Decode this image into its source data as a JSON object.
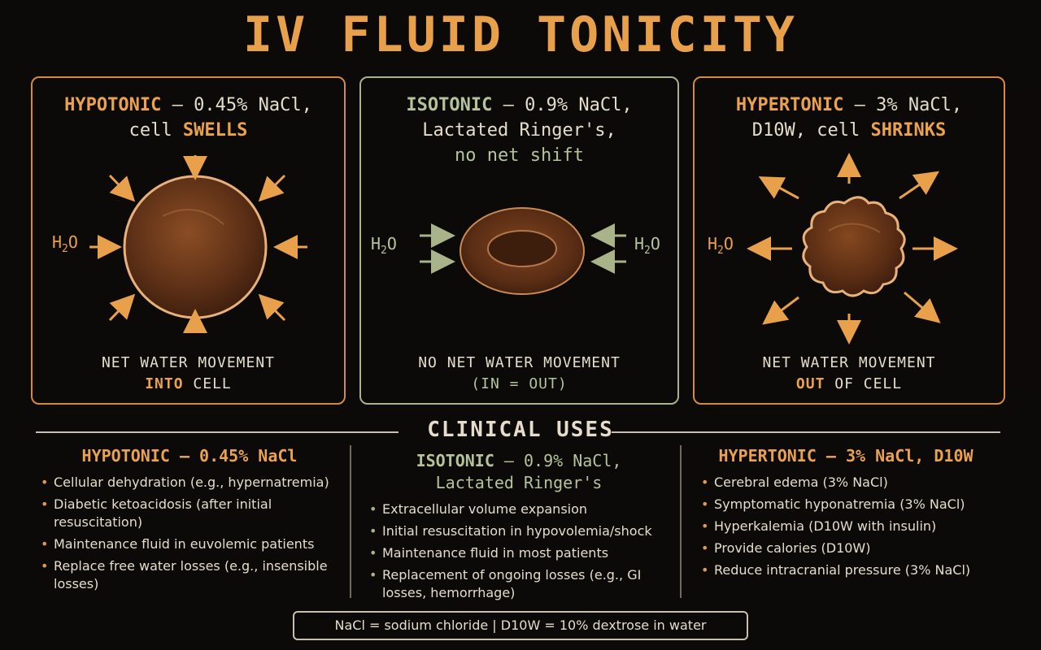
{
  "title": "IV FLUID TONICITY",
  "panels": [
    {
      "type": "HYPOTONIC",
      "sep": " — ",
      "line1_rest": "0.45% NaCl,",
      "line2_prefix": "cell ",
      "line2_emph": "SWELLS",
      "h2o": "H",
      "h2o_sub": "2",
      "h2o_tail": "O",
      "net1": "NET WATER MOVEMENT",
      "net2_emph": "INTO",
      "net2_rest": " CELL"
    },
    {
      "type": "ISOTONIC",
      "sep": " — ",
      "line1_rest": "0.9% NaCl,",
      "line2": "Lactated Ringer's,",
      "line3": "no net shift",
      "h2o": "H",
      "h2o_sub": "2",
      "h2o_tail": "O",
      "net1": "NO NET WATER MOVEMENT",
      "net2": "(IN = OUT)"
    },
    {
      "type": "HYPERTONIC",
      "sep": " — ",
      "line1_rest": "3% NaCl,",
      "line2_prefix": "D10W, cell ",
      "line2_emph": "SHRINKS",
      "h2o": "H",
      "h2o_sub": "2",
      "h2o_tail": "O",
      "net1": "NET WATER MOVEMENT",
      "net2_emph": "OUT",
      "net2_rest": " OF CELL"
    }
  ],
  "uses_heading": "CLINICAL USES",
  "uses": [
    {
      "title_type": "HYPOTONIC",
      "title_rest": " — 0.45% NaCl",
      "items": [
        "Cellular dehydration (e.g., hypernatremia)",
        "Diabetic ketoacidosis (after initial resuscitation)",
        "Maintenance fluid in euvolemic patients",
        "Replace free water losses (e.g., insensible losses)"
      ]
    },
    {
      "title_type": "ISOTONIC",
      "title_rest": " — 0.9% NaCl,",
      "title_line2": "Lactated Ringer's",
      "items": [
        "Extracellular volume expansion",
        "Initial resuscitation in hypovolemia/shock",
        "Maintenance fluid in most patients",
        "Replacement of ongoing losses (e.g., GI losses, hemorrhage)"
      ]
    },
    {
      "title_type": "HYPERTONIC",
      "title_rest": " — 3% NaCl, D10W",
      "items": [
        "Cerebral edema (3% NaCl)",
        "Symptomatic hyponatremia (3% NaCl)",
        "Hyperkalemia (D10W with insulin)",
        "Provide calories (D10W)",
        "Reduce intracranial pressure (3% NaCl)"
      ]
    }
  ],
  "legend": "NaCl = sodium chloride  |  D10W = 10% dextrose in water",
  "colors": {
    "accent": "#e9a04b",
    "iso": "#b4c398",
    "background": "#0b0a08",
    "cell": "#6b3a1a"
  }
}
